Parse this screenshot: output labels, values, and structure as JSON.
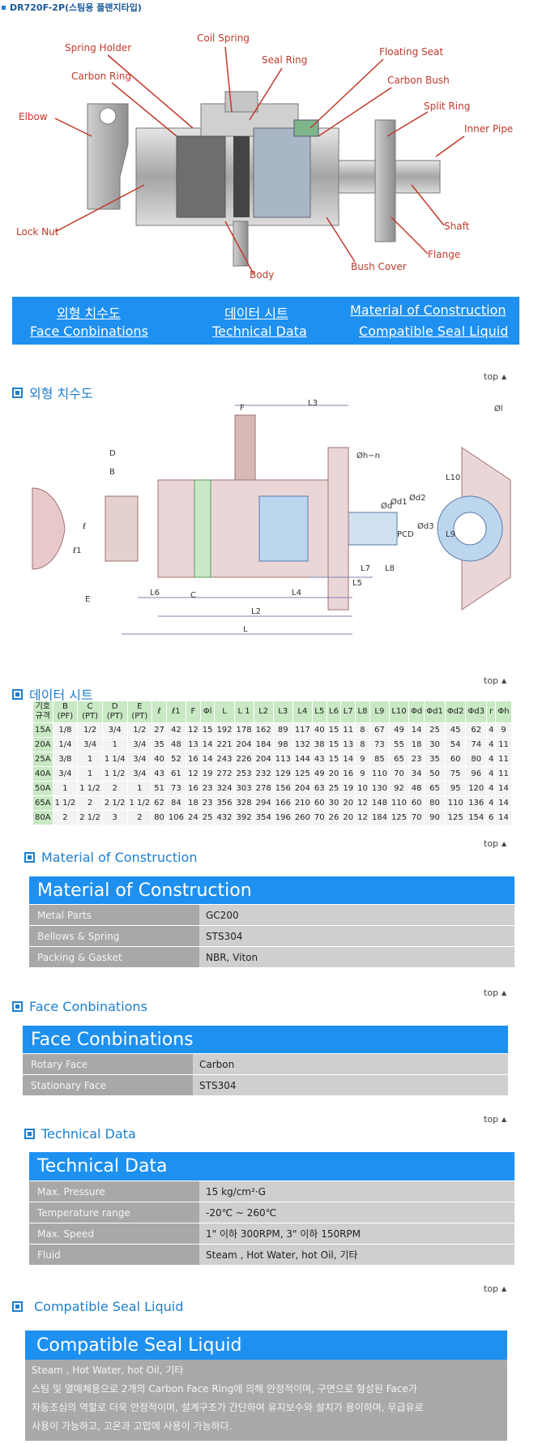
{
  "page_title": "DR720F-2P(스팀용 플랜지타입)",
  "diagram_labels": {
    "spring_holder": "Spring Holder",
    "coil_spring": "Coil Spring",
    "seal_ring": "Seal Ring",
    "floating_seat": "Floating Seat",
    "carbon_ring": "Carbon Ring",
    "carbon_bush": "Carbon Bush",
    "split_ring": "Split Ring",
    "elbow": "Elbow",
    "inner_pipe": "Inner Pipe",
    "lock_nut": "Lock Nut",
    "shaft": "Shaft",
    "flange": "Flange",
    "bush_cover": "Bush Cover",
    "body": "Body"
  },
  "nav": {
    "dimension": "외형 치수도",
    "datasheet": "데이터 시트",
    "material": "Material of Construction",
    "face": "Face Conbinations",
    "technical": "Technical Data",
    "seal_liquid": "Compatible Seal Liquid"
  },
  "top_label": "top",
  "sections": {
    "dimension": "외형 치수도",
    "datasheet": "데이터 시트",
    "material": "Material of Construction",
    "face": "Face Conbinations",
    "technical": "Technical Data",
    "seal_liquid": "Compatible Seal Liquid"
  },
  "dim_labels": {
    "L3": "L3",
    "L2": "L2",
    "L": "L",
    "L4": "L4",
    "L5": "L5",
    "L6": "L6",
    "L7": "L7",
    "L8": "L8",
    "L9": "L9",
    "L10": "L10",
    "D": "D",
    "B": "B",
    "C": "C",
    "E": "E",
    "F": "F",
    "l": "ℓ",
    "l1": "ℓ1",
    "oh": "Øh−n",
    "od": "Ød",
    "od1": "Ød1",
    "od2": "Ød2",
    "od3": "Ød3",
    "pcd": "PCD",
    "ol": "Øl"
  },
  "datasheet": {
    "headers": [
      [
        "기호",
        "규격"
      ],
      [
        "B",
        "(PF)"
      ],
      [
        "C",
        "(PT)"
      ],
      [
        "D",
        "(PT)"
      ],
      [
        "E",
        "(PT)"
      ],
      [
        "ℓ"
      ],
      [
        "ℓ1"
      ],
      [
        "F"
      ],
      [
        "Φl"
      ],
      [
        "L"
      ],
      [
        "L 1"
      ],
      [
        "L2"
      ],
      [
        "L3"
      ],
      [
        "L4"
      ],
      [
        "L5"
      ],
      [
        "L6"
      ],
      [
        "L7"
      ],
      [
        "L8"
      ],
      [
        "L9"
      ],
      [
        "L10"
      ],
      [
        "Φd"
      ],
      [
        "Φd1"
      ],
      [
        "Φd2"
      ],
      [
        "Φd3"
      ],
      [
        "r"
      ],
      [
        "Φh"
      ]
    ],
    "rows": [
      [
        "15A",
        "1/8",
        "1/2",
        "3/4",
        "1/2",
        "27",
        "42",
        "12",
        "15",
        "192",
        "178",
        "162",
        "89",
        "117",
        "40",
        "15",
        "11",
        "8",
        "67",
        "49",
        "14",
        "25",
        "45",
        "62",
        "4",
        "9"
      ],
      [
        "20A",
        "1/4",
        "3/4",
        "1",
        "3/4",
        "35",
        "48",
        "13",
        "14",
        "221",
        "204",
        "184",
        "98",
        "132",
        "38",
        "15",
        "13",
        "8",
        "73",
        "55",
        "18",
        "30",
        "54",
        "74",
        "4",
        "11"
      ],
      [
        "25A",
        "3/8",
        "1",
        "1 1/4",
        "3/4",
        "40",
        "52",
        "16",
        "14",
        "243",
        "226",
        "204",
        "113",
        "144",
        "43",
        "15",
        "14",
        "9",
        "85",
        "65",
        "23",
        "35",
        "60",
        "80",
        "4",
        "11"
      ],
      [
        "40A",
        "3/4",
        "1",
        "1 1/2",
        "3/4",
        "43",
        "61",
        "12",
        "19",
        "272",
        "253",
        "232",
        "129",
        "125",
        "49",
        "20",
        "16",
        "9",
        "110",
        "70",
        "34",
        "50",
        "75",
        "96",
        "4",
        "11"
      ],
      [
        "50A",
        "1",
        "1 1/2",
        "2",
        "1",
        "51",
        "73",
        "16",
        "23",
        "324",
        "303",
        "278",
        "156",
        "204",
        "63",
        "25",
        "19",
        "10",
        "130",
        "92",
        "48",
        "65",
        "95",
        "120",
        "4",
        "14"
      ],
      [
        "65A",
        "1 1/2",
        "2",
        "2 1/2",
        "1 1/2",
        "62",
        "84",
        "18",
        "23",
        "356",
        "328",
        "294",
        "166",
        "210",
        "60",
        "30",
        "20",
        "12",
        "148",
        "110",
        "60",
        "80",
        "110",
        "136",
        "4",
        "14"
      ],
      [
        "80A",
        "2",
        "2 1/2",
        "3",
        "2",
        "80",
        "106",
        "24",
        "25",
        "432",
        "392",
        "354",
        "196",
        "260",
        "70",
        "26",
        "20",
        "12",
        "184",
        "125",
        "70",
        "90",
        "125",
        "154",
        "6",
        "14"
      ]
    ]
  },
  "material": {
    "title": "Material of Construction",
    "rows": [
      {
        "k": "Metal Parts",
        "v": "GC200"
      },
      {
        "k": "Bellows & Spring",
        "v": "STS304"
      },
      {
        "k": "Packing & Gasket",
        "v": "NBR, Viton"
      }
    ]
  },
  "face": {
    "title": "Face Conbinations",
    "rows": [
      {
        "k": "Rotary Face",
        "v": "Carbon"
      },
      {
        "k": "Stationary Face",
        "v": "STS304"
      }
    ]
  },
  "technical": {
    "title": "Technical Data",
    "rows": [
      {
        "k": "Max. Pressure",
        "v": "15 kg/cm²·G"
      },
      {
        "k": "Temperature range",
        "v": "-20℃ ~ 260℃"
      },
      {
        "k": "Max. Speed",
        "v": "1\" 이하 300RPM,  3\" 이하 150RPM"
      },
      {
        "k": "Fluid",
        "v": "Steam , Hot Water, hot Oil, 기타"
      }
    ]
  },
  "seal_liquid": {
    "title": "Compatible Seal Liquid",
    "line1": "Steam , Hot Water, hot Oil, 기타",
    "line2": "스팀 및 열매체용으로 2개의 Carbon Face Ring에 의해 안정적이며, 구면으로 형성된 Face가",
    "line3": "자동조심의 역할로 더욱 안정적이며, 설계구조가 간단하여 유지보수와 설치가 용이하며, 무급유로",
    "line4": "사용이 가능하고, 고온과 고압에 사용이 가능하다."
  },
  "colors": {
    "accent": "#1e90f0",
    "heading": "#1d7fd0",
    "label_red": "#c0392b",
    "table_header": "#c9e8c4"
  }
}
